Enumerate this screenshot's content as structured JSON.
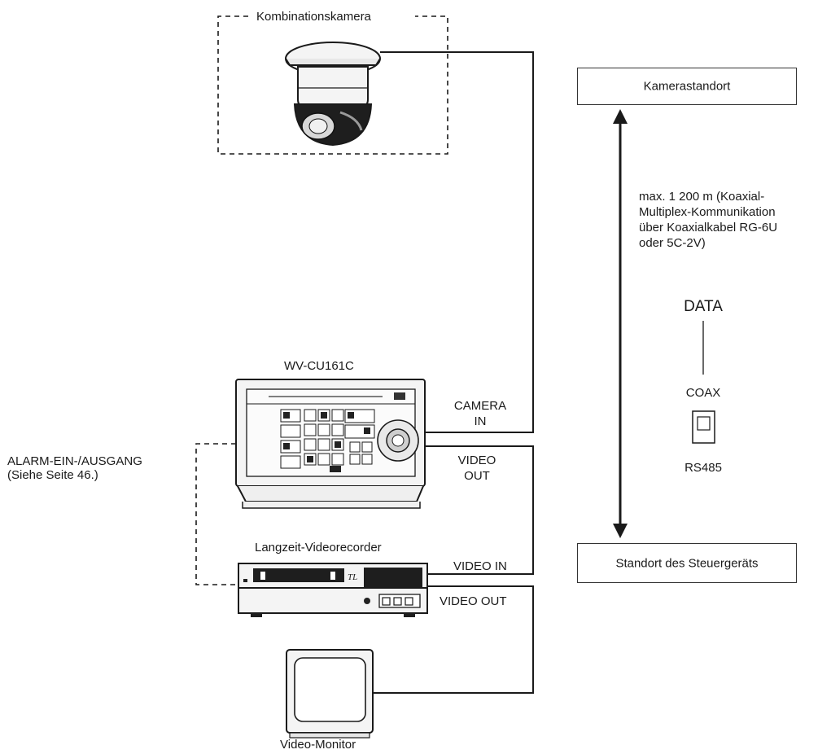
{
  "camera": {
    "label": "Kombinationskamera"
  },
  "controller": {
    "label": "WV-CU161C",
    "ports": {
      "camera_in_line1": "CAMERA",
      "camera_in_line2": "IN",
      "video_out_line1": "VIDEO",
      "video_out_line2": "OUT"
    }
  },
  "alarm": {
    "line1": "ALARM-EIN-/AUSGANG",
    "line2": "(Siehe Seite 46.)"
  },
  "recorder": {
    "label": "Langzeit-Videorecorder",
    "logo_text": "TL",
    "ports": {
      "video_in": "VIDEO IN",
      "video_out": "VIDEO OUT"
    }
  },
  "monitor": {
    "label": "Video-Monitor"
  },
  "locations": {
    "camera_site": "Kamerastandort",
    "controller_site": "Standort des Steuergeräts"
  },
  "distance_note": {
    "line1": "max. 1 200 m (Koaxial-",
    "line2": "Multiplex-Kommunikation",
    "line3": "über Koaxialkabel RG-6U",
    "line4": "oder 5C-2V)"
  },
  "switch": {
    "top": "DATA",
    "middle": "COAX",
    "bottom": "RS485"
  },
  "colors": {
    "line": "#1a1a1a",
    "device_fill": "#f4f4f4",
    "dark": "#222222"
  }
}
